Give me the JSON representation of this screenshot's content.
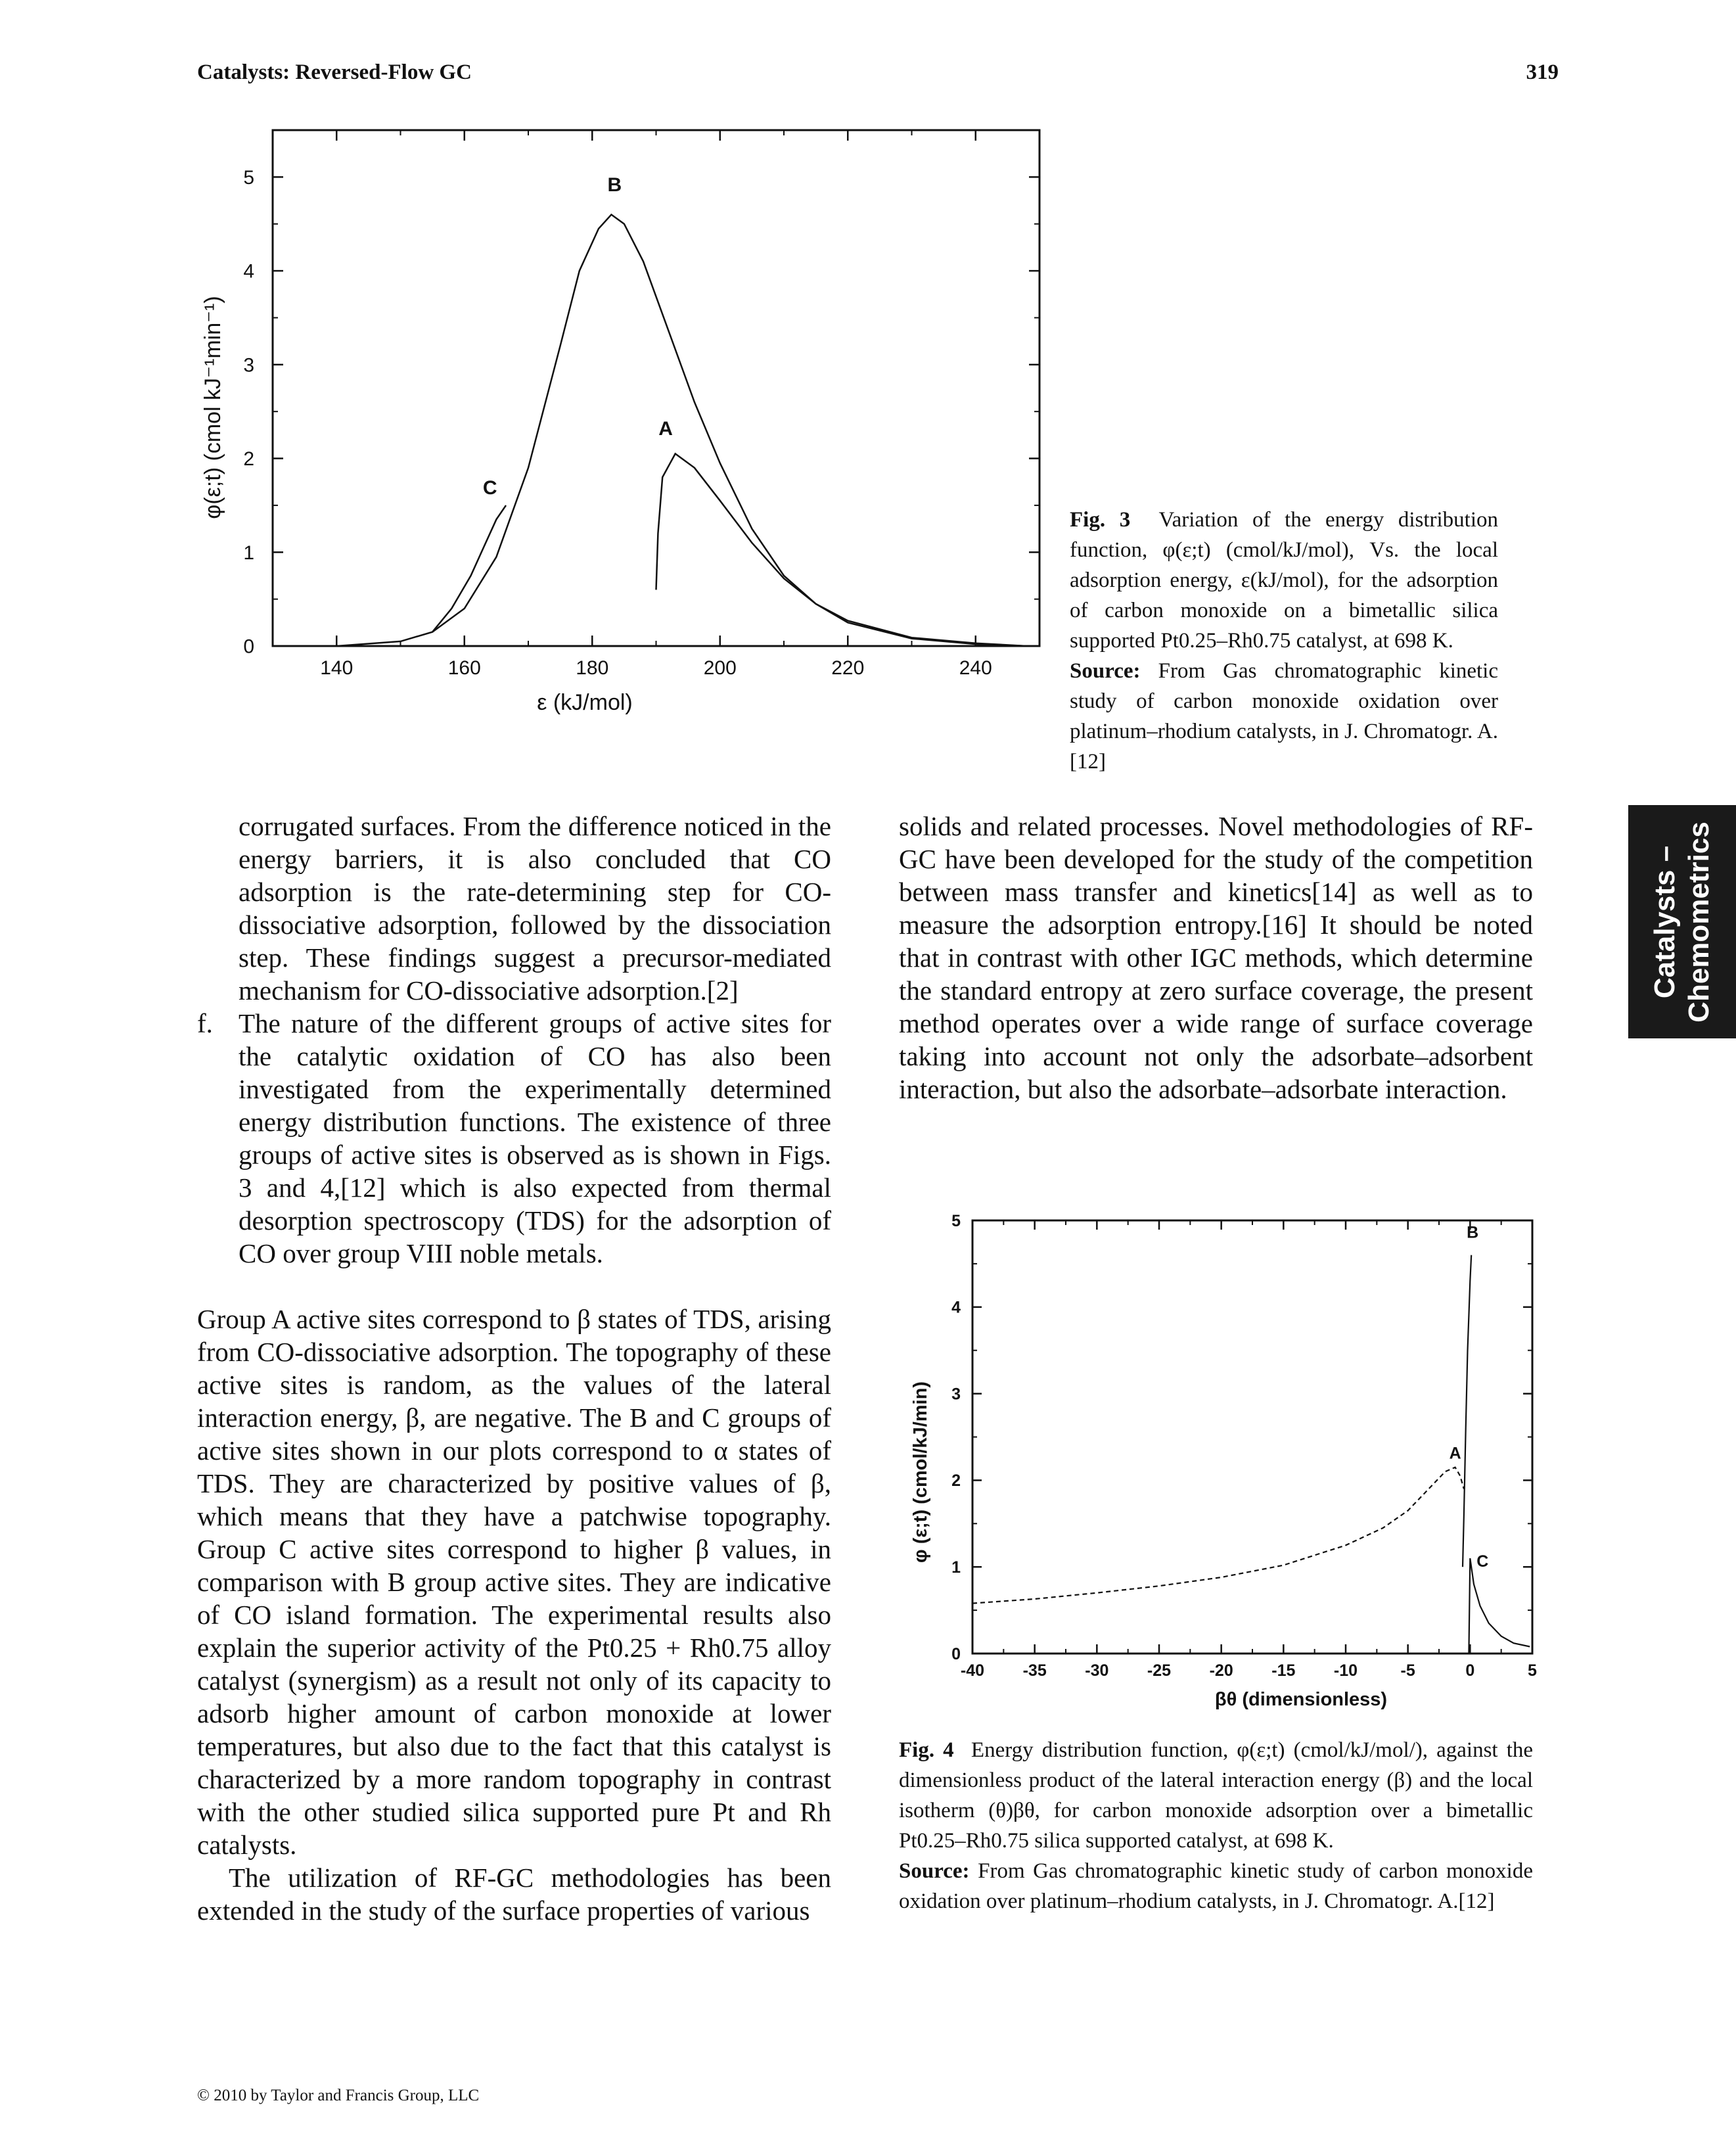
{
  "header": {
    "running_head": "Catalysts: Reversed-Flow GC",
    "page_number": "319"
  },
  "side_tab": {
    "line1": "Catalysts –",
    "line2": "Chemometrics"
  },
  "figure3": {
    "caption_label": "Fig. 3",
    "caption_text": "Variation of the energy distribution function, φ(ε;t) (cmol/kJ/mol), Vs. the local adsorption energy, ε(kJ/mol), for the adsorption of carbon monoxide on a bimetallic silica supported Pt0.25–Rh0.75 catalyst, at 698 K.",
    "source_label": "Source:",
    "source_text": "From Gas chromatographic kinetic study of carbon monoxide oxidation over platinum–rhodium catalysts, in J. Chromatogr. A.[12]"
  },
  "figure4": {
    "caption_label": "Fig. 4",
    "caption_text": "Energy distribution function, φ(ε;t) (cmol/kJ/mol/), against the dimensionless product of the lateral interaction energy (β) and the local isotherm (θ)βθ, for carbon monoxide adsorption over a bimetallic Pt0.25–Rh0.75 silica supported catalyst, at 698 K.",
    "source_label": "Source:",
    "source_text": "From Gas chromatographic kinetic study of carbon monoxide oxidation over platinum–rhodium catalysts, in J. Chromatogr. A.[12]"
  },
  "chart_data": [
    {
      "type": "line",
      "xlabel": "ε (kJ/mol)",
      "ylabel": "φ(ε;t) (cmol kJ⁻¹min⁻¹)",
      "xlim": [
        130,
        250
      ],
      "ylim": [
        0,
        5.5
      ],
      "xticks": [
        "140",
        "160",
        "180",
        "200",
        "220",
        "240"
      ],
      "yticks": [
        "0",
        "1",
        "2",
        "3",
        "4",
        "5"
      ],
      "series": [
        {
          "name": "B",
          "x": [
            140,
            150,
            155,
            160,
            165,
            170,
            175,
            178,
            181,
            183,
            185,
            188,
            192,
            196,
            200,
            205,
            210,
            215,
            220,
            230,
            240,
            248
          ],
          "y": [
            0,
            0.05,
            0.15,
            0.4,
            0.95,
            1.9,
            3.2,
            4.0,
            4.45,
            4.6,
            4.5,
            4.1,
            3.35,
            2.6,
            1.95,
            1.25,
            0.75,
            0.45,
            0.25,
            0.08,
            0.02,
            0
          ]
        },
        {
          "name": "A",
          "x": [
            190,
            190.3,
            191,
            193,
            196,
            200,
            205,
            210,
            215,
            220,
            230,
            240,
            248
          ],
          "y": [
            0.6,
            1.2,
            1.8,
            2.05,
            1.9,
            1.55,
            1.1,
            0.72,
            0.45,
            0.27,
            0.09,
            0.03,
            0
          ]
        },
        {
          "name": "C",
          "x": [
            155,
            158,
            161,
            163,
            165,
            166.5
          ],
          "y": [
            0.15,
            0.4,
            0.75,
            1.05,
            1.35,
            1.5
          ]
        }
      ]
    },
    {
      "type": "line",
      "xlabel": "βθ (dimensionless)",
      "ylabel": "φ (ε;t) (cmol/kJ/min)",
      "xlim": [
        -40,
        5
      ],
      "ylim": [
        0,
        5
      ],
      "xticks": [
        "-40",
        "-35",
        "-30",
        "-25",
        "-20",
        "-15",
        "-10",
        "-5",
        "0",
        "5"
      ],
      "yticks": [
        "0",
        "1",
        "2",
        "3",
        "4",
        "5"
      ],
      "series": [
        {
          "name": "A",
          "x": [
            -40,
            -35,
            -30,
            -25,
            -20,
            -15,
            -10,
            -7,
            -5,
            -3,
            -2,
            -1.2,
            -0.8,
            -0.5
          ],
          "y": [
            0.58,
            0.63,
            0.7,
            0.78,
            0.88,
            1.02,
            1.25,
            1.45,
            1.65,
            1.95,
            2.1,
            2.15,
            2.05,
            1.9
          ]
        },
        {
          "name": "B",
          "x": [
            -0.6,
            -0.5,
            -0.35,
            -0.2,
            0,
            0.1
          ],
          "y": [
            1.0,
            1.6,
            2.6,
            3.5,
            4.3,
            4.6
          ]
        },
        {
          "name": "C",
          "x": [
            -0.1,
            0,
            0.3,
            0.8,
            1.5,
            2.5,
            3.5,
            4.8
          ],
          "y": [
            0.0,
            1.1,
            0.8,
            0.55,
            0.35,
            0.2,
            0.12,
            0.08
          ]
        }
      ]
    }
  ],
  "left_column": {
    "p1": "corrugated surfaces. From the difference noticed in the energy barriers, it is also concluded that CO adsorption is the rate-determining step for CO-dissociative adsorption, followed by the dissociation step. These findings suggest a precursor-mediated mechanism for CO-dissociative adsorption.[2]",
    "item_f_marker": "f.",
    "item_f": "The nature of the different groups of active sites for the catalytic oxidation of CO has also been investigated from the experimentally determined energy distribution functions. The existence of three groups of active sites is observed as is shown in Figs. 3 and 4,[12] which is also expected from thermal desorption spectroscopy (TDS) for the adsorption of CO over group VIII noble metals.",
    "p2": "Group A active sites correspond to β states of TDS, arising from CO-dissociative adsorption. The topography of these active sites is random, as the values of the lateral interaction energy, β, are negative. The B and C groups of active sites shown in our plots correspond to α states of TDS. They are characterized by positive values of β, which means that they have a patchwise topography. Group C active sites correspond to higher β values, in comparison with B group active sites. They are indicative of CO island formation. The experimental results also explain the superior activity of the Pt0.25 + Rh0.75 alloy catalyst (synergism) as a result not only of its capacity to adsorb higher amount of carbon monoxide at lower temperatures, but also due to the fact that this catalyst is characterized by a more random topography in contrast with the other studied silica supported pure Pt and Rh catalysts.",
    "p3": "The utilization of RF-GC methodologies has been extended in the study of the surface properties of various"
  },
  "right_column": {
    "p1": "solids and related processes. Novel methodologies of RF-GC have been developed for the study of the competition between mass transfer and kinetics[14] as well as to measure the adsorption entropy.[16] It should be noted that in contrast with other IGC methods, which determine the standard entropy at zero surface coverage, the present method operates over a wide range of surface coverage taking into account not only the adsorbate–adsorbent interaction, but also the adsorbate–adsorbate interaction."
  },
  "footer": {
    "copyright": "© 2010 by Taylor and Francis Group, LLC"
  }
}
